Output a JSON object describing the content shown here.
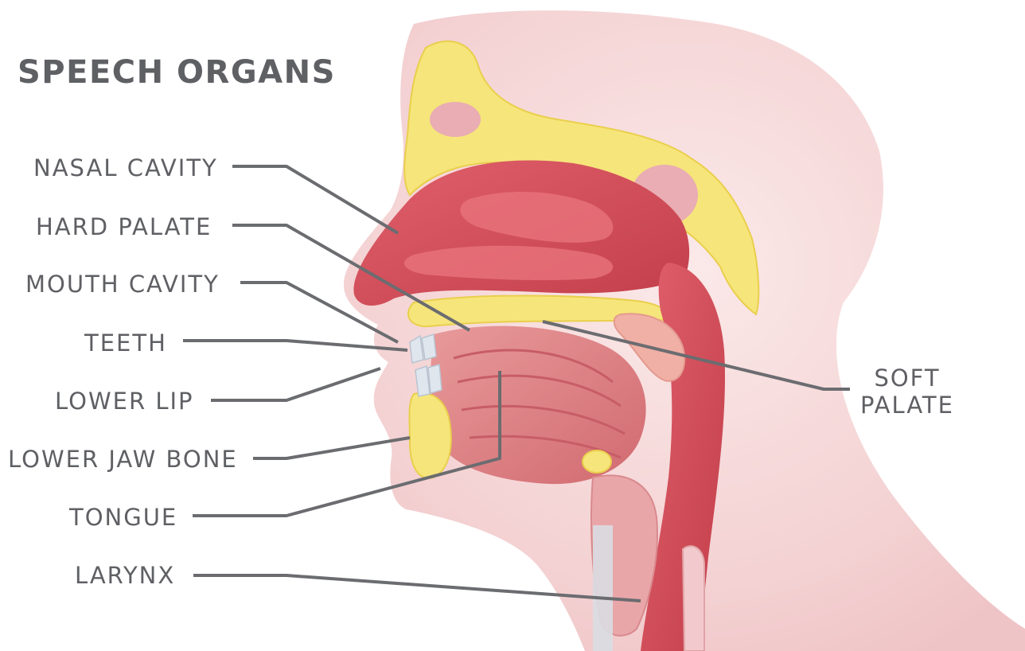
{
  "title": "SPEECH ORGANS",
  "labels": {
    "nasal_cavity": "NASAL CAVITY",
    "hard_palate": "HARD PALATE",
    "mouth_cavity": "MOUTH CAVITY",
    "teeth": "TEETH",
    "lower_lip": "LOWER LIP",
    "lower_jaw_bone": "LOWER JAW BONE",
    "tongue": "TONGUE",
    "larynx": "LARYNX",
    "soft_palate_line1": "SOFT",
    "soft_palate_line2": "PALATE"
  },
  "colors": {
    "text": "#5f6064",
    "leader_line": "#6b6c70",
    "skin": "#f3d6d6",
    "skin_dark": "#e9b3b5",
    "tissue": "#d7525e",
    "tissue_dark": "#b8323f",
    "bone": "#f7e98a",
    "tongue": "#df7a7e"
  }
}
